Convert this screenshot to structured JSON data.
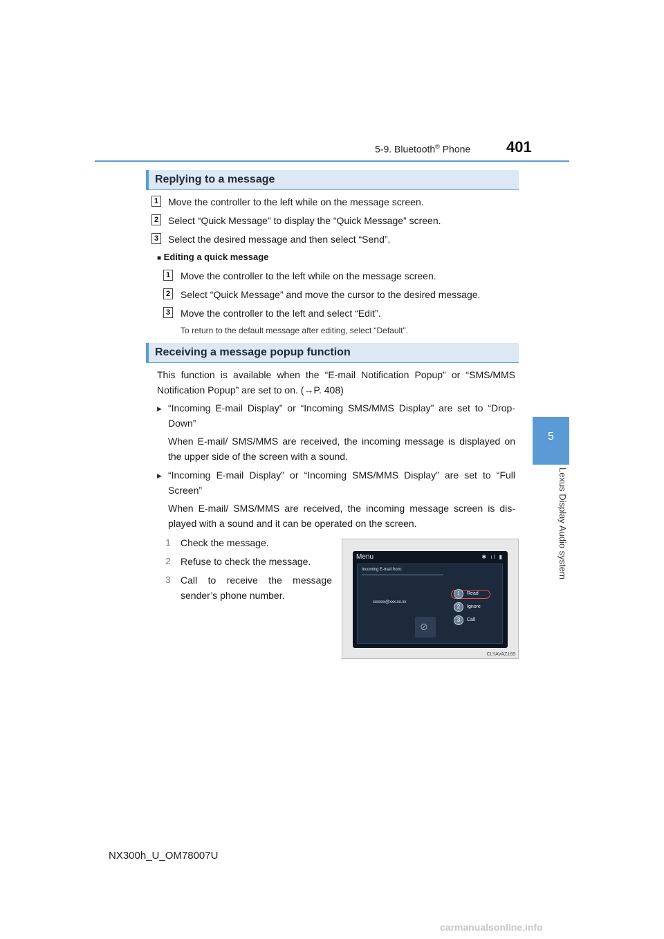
{
  "header": {
    "section": "5-9. Bluetooth",
    "section_sup": "®",
    "section_tail": " Phone",
    "page_number": "401"
  },
  "side_tab": {
    "number": "5",
    "label": "Lexus Display Audio system"
  },
  "replying": {
    "title": "Replying to a message",
    "steps": [
      {
        "num": "1",
        "text": "Move the controller to the left while on the message screen."
      },
      {
        "num": "2",
        "text": "Select “Quick Message” to display the “Quick Message” screen."
      },
      {
        "num": "3",
        "text": "Select the desired message and then select “Send”."
      }
    ],
    "editing": {
      "marker": "■",
      "title": "Editing a quick message",
      "steps": [
        {
          "num": "1",
          "text": "Move the controller to the left while on the message screen."
        },
        {
          "num": "2",
          "text": "Select “Quick Message” and move the cursor to the desired message."
        },
        {
          "num": "3",
          "text": "Move the controller to the left and select “Edit”."
        }
      ],
      "note": "To return to the default message after editing, select “Default”."
    }
  },
  "receiving": {
    "title": "Receiving a message popup function",
    "intro": "This function is available when the “E-mail Notification Popup” or “SMS/MMS Notification Popup” are set to on. (→P. 408)",
    "bullets": [
      {
        "head": "“Incoming E-mail Display” or “Incoming SMS/MMS Display” are set to “Drop-Down”",
        "body": "When E-mail/ SMS/MMS are received, the incoming message is displayed on the upper side of the screen with a sound."
      },
      {
        "head": "“Incoming E-mail Display” or “Incoming SMS/MMS Display” are set to “Full Screen”",
        "body": "When E-mail/ SMS/MMS are received, the incoming message screen is dis-played with a sound and it can be operated on the screen."
      }
    ],
    "items": [
      {
        "num": "1",
        "text": "Check the message."
      },
      {
        "num": "2",
        "text": "Refuse to check the message."
      },
      {
        "num": "3",
        "text": "Call to receive the message sender’s phone number."
      }
    ]
  },
  "screenshot": {
    "menu_title": "Menu",
    "status_icons": "✱ ıl ▮",
    "from_label": "Incoming E-mail from:",
    "address": "xxxxxx@xxx.xx.xx",
    "buttons": [
      {
        "num": "1",
        "label": "Read"
      },
      {
        "num": "2",
        "label": "Ignore"
      },
      {
        "num": "3",
        "label": "Call"
      }
    ],
    "block_icon": "⊘",
    "code": "CLYAVAZ169"
  },
  "footer": {
    "code": "NX300h_U_OM78007U"
  },
  "watermark": "carmanualsonline.info"
}
